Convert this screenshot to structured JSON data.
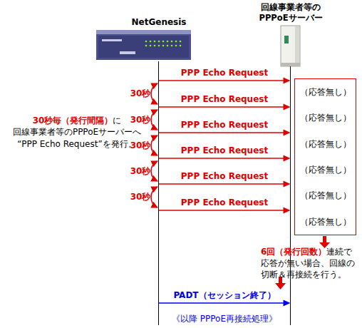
{
  "diagram": {
    "nodes": [
      {
        "text": [
          "NetGenesis"
        ]
      },
      {
        "text": [
          "回線事業者等の PPPoEサーバー"
        ]
      },
      {
        "text": [
          "（応答無し）",
          "（応答無し）",
          "（応答無し）",
          "（応答無し）",
          "（応答無し）",
          "（応答無し）"
        ]
      }
    ],
    "edges": [
      {
        "from": 0,
        "to": 1,
        "arrow": "to",
        "label": "PPP Echo Request"
      },
      {
        "from": 0,
        "to": 1,
        "arrow": "to",
        "label": "PPP Echo Request"
      },
      {
        "from": 0,
        "to": 1,
        "arrow": "to",
        "label": "PPP Echo Request"
      },
      {
        "from": 0,
        "to": 1,
        "arrow": "to",
        "label": "PPP Echo Request"
      },
      {
        "from": 0,
        "to": 1,
        "arrow": "to",
        "label": "PPP Echo Request"
      },
      {
        "from": 0,
        "to": 1,
        "arrow": "to",
        "label": "PPP Echo Request"
      },
      {
        "from": 0,
        "to": 1,
        "arrow": "to",
        "label": "PADT（セッション終了）"
      }
    ],
    "labels": [
      "30秒毎（発行間隔）",
      "に",
      "回線事業者等のPPPoEサーバーへ",
      "“PPP Echo Request”を発行。",
      "30秒",
      "30秒",
      "30秒",
      "30秒",
      "30秒",
      "6回（発行回数）",
      "連続で",
      "応答が無い場合、回線の",
      "切断＆再接続を行う。",
      "《以降 PPPoE再接続処理》"
    ]
  }
}
